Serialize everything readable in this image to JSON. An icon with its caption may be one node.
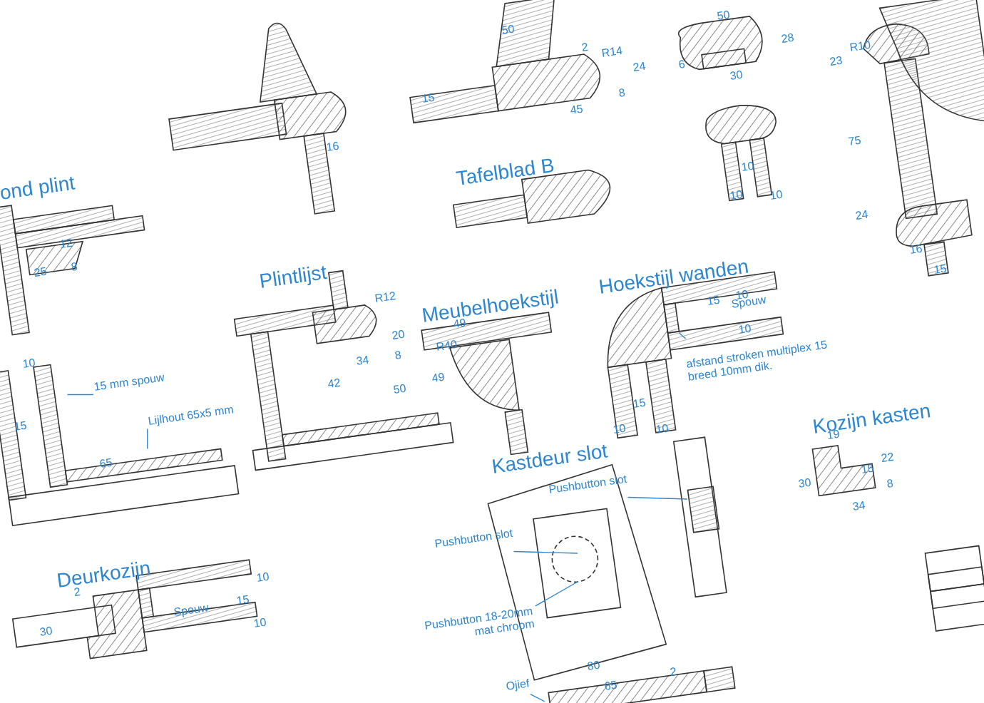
{
  "diagram": {
    "nodes": [
      {
        "text": [
          "15 mm spouw"
        ]
      },
      {
        "text": [
          "Lijlhout 65x5 mm"
        ]
      },
      {
        "text": [
          "afstand stroken multiplex 15 breed 10mm dik."
        ]
      },
      {
        "text": [
          "Pushbutton slot"
        ]
      },
      {
        "text": [
          "Pushbutton slot"
        ]
      },
      {
        "text": [
          "Pushbutton 18-20mm mat chroom"
        ]
      },
      {
        "text": [
          "Ojief"
        ]
      },
      {
        "text": [],
        "shape": "box"
      },
      {
        "text": [],
        "shape": "box"
      },
      {
        "text": [],
        "shape": "box"
      }
    ],
    "edges": [
      {
        "from": 0,
        "to": 7,
        "arrow": "none"
      },
      {
        "from": 1,
        "to": 8,
        "arrow": "none"
      },
      {
        "from": 2,
        "to": 9,
        "arrow": "none"
      },
      {
        "from": 3,
        "to": null,
        "arrow": "none"
      },
      {
        "from": 4,
        "to": null,
        "arrow": "none"
      },
      {
        "from": 5,
        "to": null,
        "arrow": "none"
      },
      {
        "from": 6,
        "to": null,
        "arrow": "none"
      }
    ],
    "labels": [
      "16",
      "50",
      "2",
      "R14",
      "24",
      "8",
      "45",
      "15",
      "50",
      "28",
      "6",
      "30",
      "10",
      "10",
      "10",
      "R10",
      "23",
      "75",
      "24",
      "16",
      "15",
      "Tafelblad  B",
      "ond plint",
      "12",
      "25",
      "8",
      "Plintlijst",
      "Meubelhoekstijl",
      "Hoekstijl wanden",
      "R12",
      "20",
      "8",
      "34",
      "42",
      "49",
      "R40",
      "49",
      "10",
      "15",
      "Spouw",
      "10",
      "10",
      "15",
      "50",
      "15",
      "Kozijn kasten",
      "10",
      "10",
      "65",
      "Kastdeur slot",
      "19",
      "22",
      "15",
      "30",
      "8",
      "34",
      "Deurkozijn",
      "2",
      "10",
      "Spouw",
      "15",
      "30",
      "10",
      "80",
      "65",
      "2"
    ]
  }
}
